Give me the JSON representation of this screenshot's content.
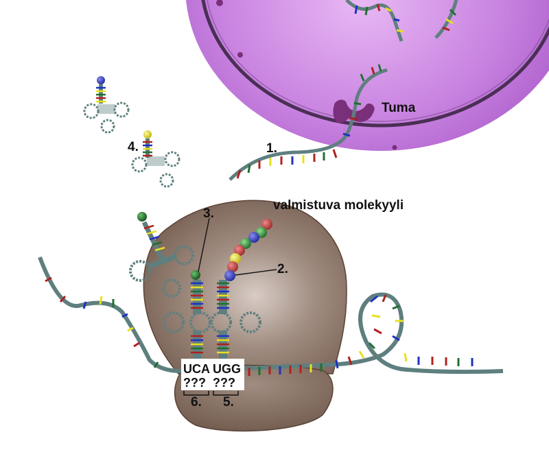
{
  "labels": {
    "nucleus": "Tuma",
    "molecule": "valmistuva molekyyli",
    "step1": "1.",
    "step2": "2.",
    "step3": "3.",
    "step4": "4.",
    "step5": "5.",
    "step6": "6."
  },
  "codons": {
    "left": "UCA",
    "right": "UGG",
    "left_anticodon": "???",
    "right_anticodon": "???"
  },
  "colors": {
    "nucleus": "#c070d8",
    "nucleus_membrane": "#4a2f55",
    "ribosome": "#8a7568",
    "strand": "#5f7f7f",
    "base_red": "#b02020",
    "base_blue": "#2030c0",
    "base_green": "#207030",
    "base_yellow": "#e8e020"
  }
}
